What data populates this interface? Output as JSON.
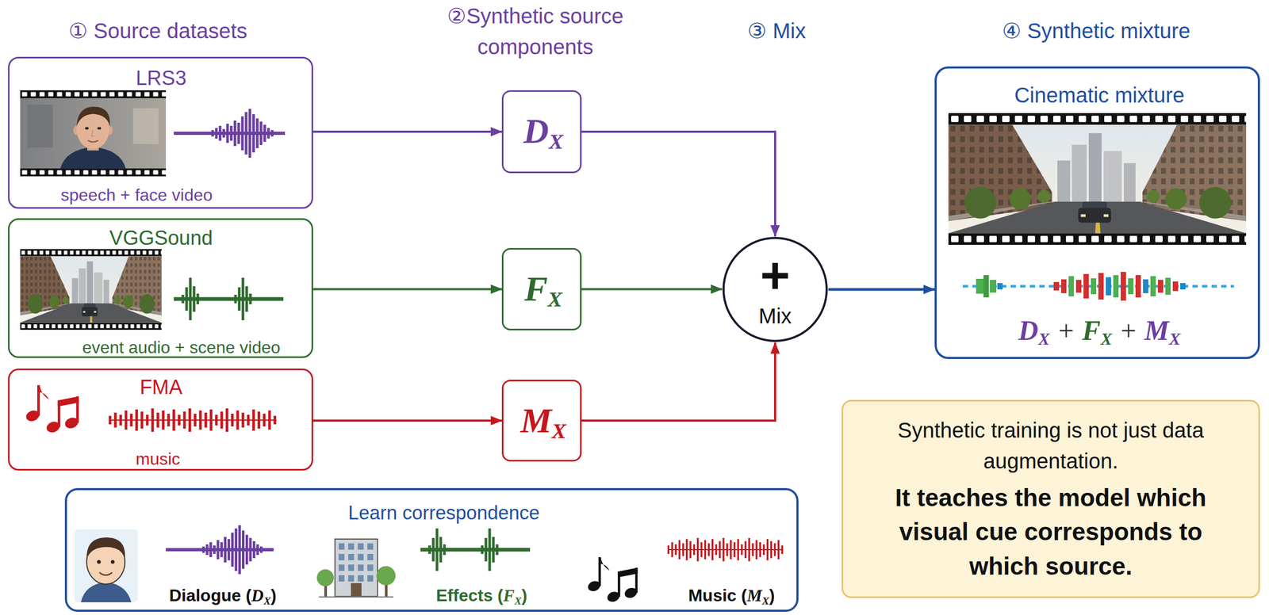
{
  "diagram": {
    "nodes": [
      {
        "text": [
          "LRS3",
          "speech + face video"
        ]
      },
      {
        "text": [
          "VGGSound",
          "event audio + scene video"
        ]
      },
      {
        "text": [
          "FMA",
          "music"
        ]
      },
      {
        "text": [
          "DX"
        ]
      },
      {
        "text": [
          "FX"
        ]
      },
      {
        "text": [
          "MX"
        ]
      },
      {
        "text": [
          "+",
          "Mix"
        ]
      },
      {
        "text": [
          "Cinematic mixture",
          "DX + FX + MX"
        ]
      },
      {
        "text": [
          "Learn correspondence",
          "Dialogue (DX)",
          "Effects (FX)",
          "Music (MX)"
        ]
      },
      {
        "text": [
          "Synthetic training is not just data augmentation.",
          "It teaches the model which visual cue corresponds to which source."
        ]
      }
    ],
    "edges": [
      {
        "from": 0,
        "to": 3,
        "arrow": "to"
      },
      {
        "from": 1,
        "to": 4,
        "arrow": "to"
      },
      {
        "from": 2,
        "to": 5,
        "arrow": "to"
      },
      {
        "from": 3,
        "to": 6,
        "arrow": "to"
      },
      {
        "from": 4,
        "to": 6,
        "arrow": "to"
      },
      {
        "from": 5,
        "to": 6,
        "arrow": "to"
      },
      {
        "from": 6,
        "to": 7,
        "arrow": "to"
      }
    ],
    "labels": [
      "① Source datasets",
      "②Synthetic source components",
      "③ Mix",
      "④ Synthetic mixture"
    ]
  }
}
